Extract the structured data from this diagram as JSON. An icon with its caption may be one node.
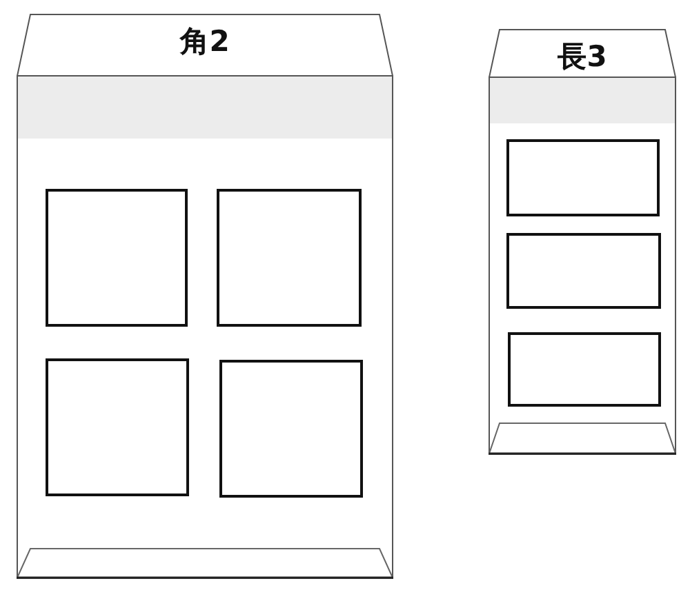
{
  "diagram": {
    "nodes": [
      {
        "text": [
          "角2"
        ]
      },
      {
        "text": [],
        "shape": "box",
        "in": 0
      },
      {
        "text": [],
        "shape": "box",
        "in": 0
      },
      {
        "text": [],
        "shape": "box",
        "in": 0
      },
      {
        "text": [],
        "shape": "box",
        "in": 0
      },
      {
        "text": [
          "長3"
        ]
      },
      {
        "text": [],
        "shape": "box",
        "in": 5
      },
      {
        "text": [],
        "shape": "box",
        "in": 5
      },
      {
        "text": [],
        "shape": "box",
        "in": 5
      }
    ]
  }
}
